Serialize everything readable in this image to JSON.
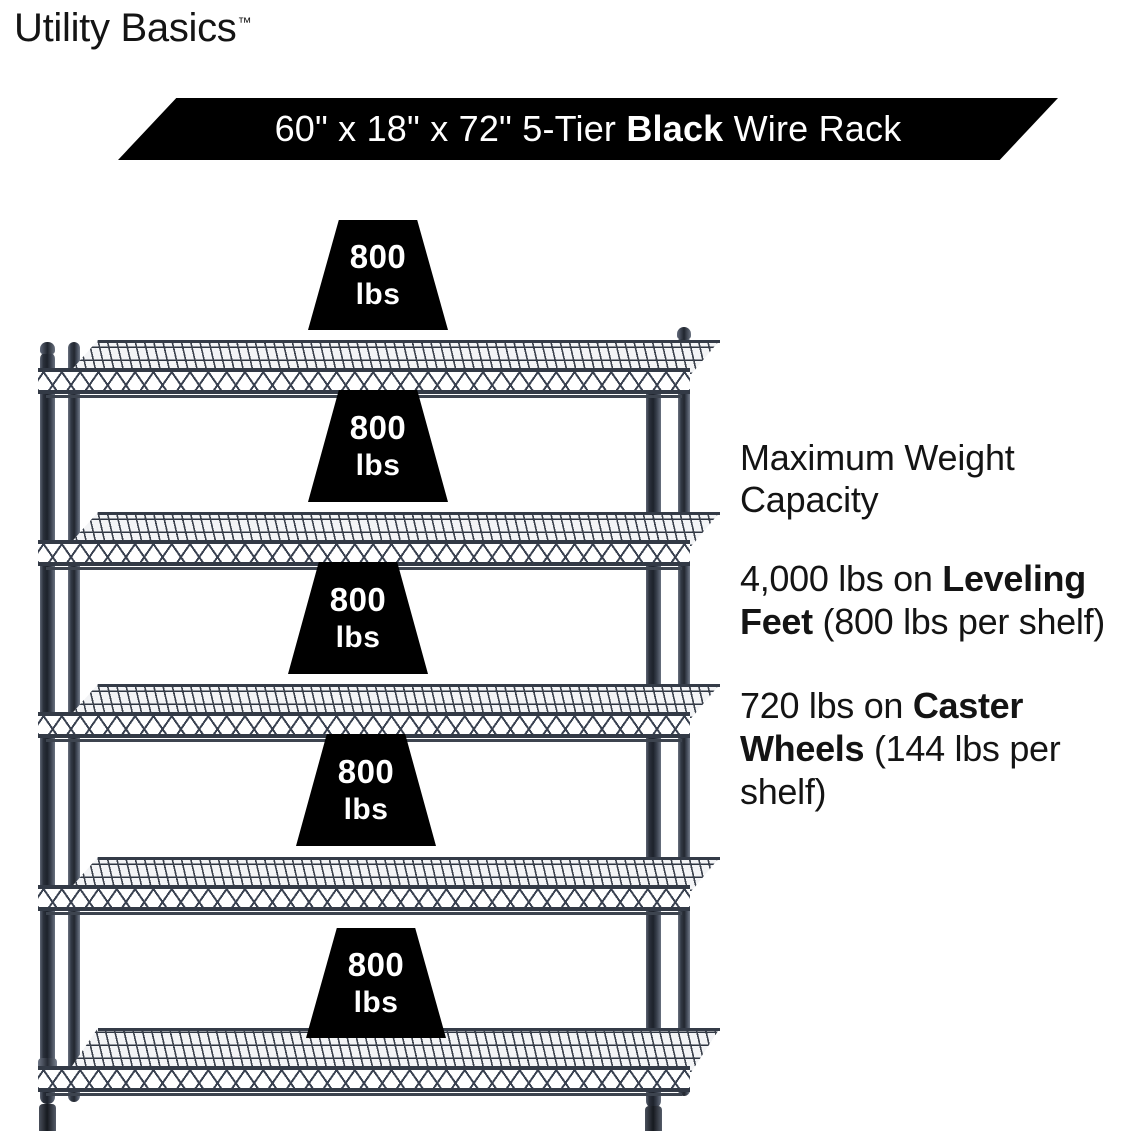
{
  "brand": {
    "name": "Utility Basics",
    "tm": "™"
  },
  "banner": {
    "dimensions": "60\" x 18\" x 72\"",
    "tiers": "5-Tier",
    "color_word": "Black",
    "product": "Wire Rack",
    "full_text": "60\" x 18\" x 72\" 5-Tier Black Wire Rack",
    "background_color": "#000000",
    "text_color": "#ffffff"
  },
  "rack": {
    "shelf_count": 5,
    "wire_color": "#343b47",
    "post_color": "#232830",
    "badges": [
      {
        "value": "800",
        "unit": "lbs"
      },
      {
        "value": "800",
        "unit": "lbs"
      },
      {
        "value": "800",
        "unit": "lbs"
      },
      {
        "value": "800",
        "unit": "lbs"
      },
      {
        "value": "800",
        "unit": "lbs"
      }
    ]
  },
  "capacity": {
    "heading_line_1": "Maximum Weight",
    "heading_line_2": "Capacity",
    "spec_1": {
      "lead": "4,000 lbs on ",
      "emphasis": "Leveling Feet",
      "trail": " (800 lbs per shelf)"
    },
    "spec_2": {
      "lead": "720 lbs on ",
      "emphasis": "Caster Wheels",
      "trail": " (144 lbs per shelf)"
    }
  }
}
